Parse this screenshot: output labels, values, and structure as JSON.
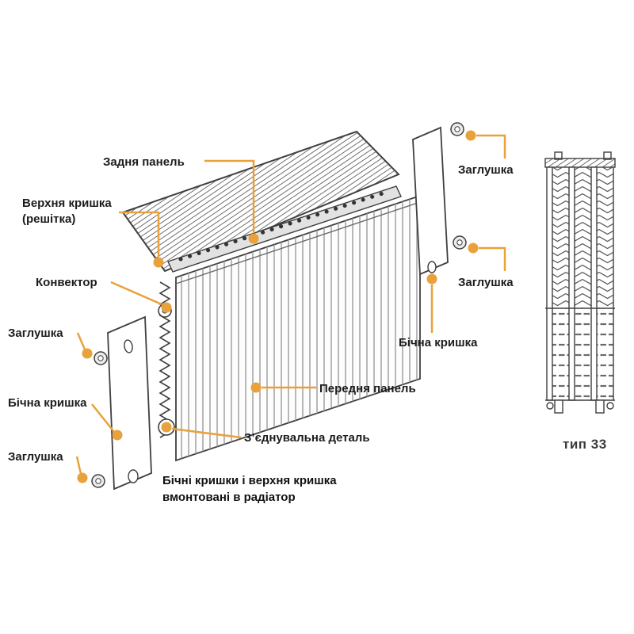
{
  "colors": {
    "accent": "#E8A13B",
    "line_art": "#3f3f3f",
    "text": "#1c1c1c"
  },
  "labels": {
    "back_panel": "Задня панель",
    "top_cover_line1": "Верхня кришка",
    "top_cover_line2": "(решітка)",
    "convector": "Конвектор",
    "plug": "Заглушка",
    "side_cover": "Бічна кришка",
    "front_panel": "Передня панель",
    "connector": "З’єднувальна деталь",
    "note_line1": "Бічні кришки і верхня кришка",
    "note_line2": "вмонтовані в радіатор",
    "type": "тип 33"
  }
}
